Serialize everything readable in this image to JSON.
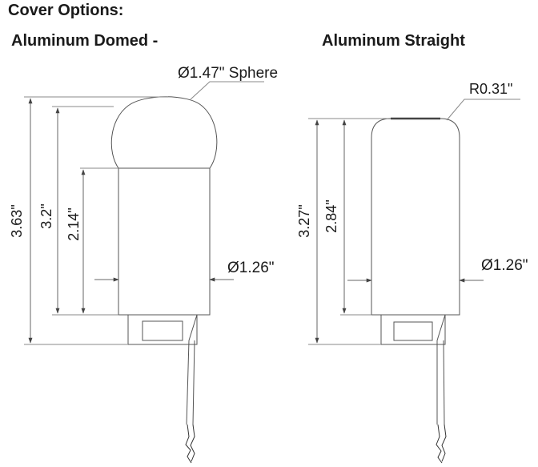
{
  "title": "Cover Options:",
  "domed": {
    "heading": "Aluminum Domed -",
    "sphere_label": "Ø1.47\" Sphere",
    "overall_height": "3.63\"",
    "cover_height": "3.2\"",
    "body_height": "2.14\"",
    "diameter": "Ø1.26\""
  },
  "straight": {
    "heading": "Aluminum Straight",
    "radius_label": "R0.31\"",
    "overall_height": "3.27\"",
    "cover_height": "2.84\"",
    "diameter": "Ø1.26\""
  }
}
